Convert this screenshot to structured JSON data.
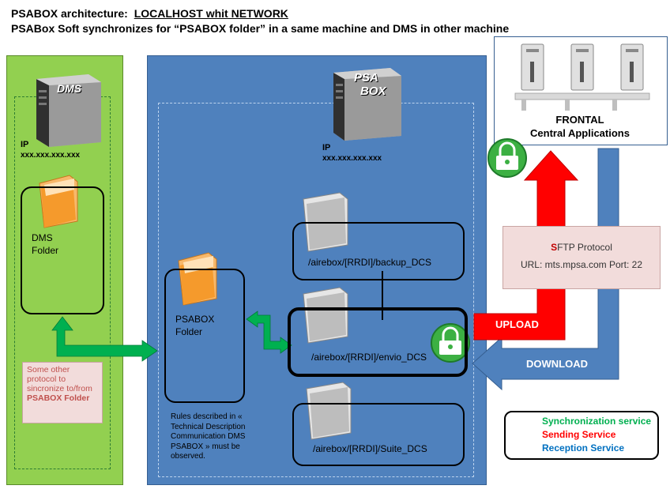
{
  "title": {
    "line1_prefix": "PSABOX architecture:",
    "line1_underlined": "LOCALHOST whit NETWORK",
    "line2": "PSABox Soft synchronizes for “PSABOX folder” in a same machine and DMS in other machine"
  },
  "dms": {
    "server_label": "DMS",
    "ip_label": "IP",
    "ip_value": "xxx.xxx.xxx.xxx",
    "folder_line1": "DMS",
    "folder_line2": "Folder",
    "protocol_note_prefix": "Some other protocol to sincronize to/from ",
    "protocol_note_bold": "PSABOX Folder"
  },
  "psabox": {
    "server_label_1": "PSA",
    "server_label_2": "BOX",
    "ip_label": "IP",
    "ip_value": "xxx.xxx.xxx.xxx",
    "folder_line1": "PSABOX",
    "folder_line2": "Folder",
    "rules_note": "Rules described in « Technical Description Communication DMS PSABOX » must be observed.",
    "paths": {
      "backup": "/airebox/[RRDI]/backup_DCS",
      "envio": "/airebox/[RRDI]/envio_DCS",
      "suite": "/airebox/[RRDI]/Suite_DCS"
    }
  },
  "frontal": {
    "line1": "FRONTAL",
    "line2": "Central Applications"
  },
  "sftp": {
    "protocol_first": "S",
    "protocol_rest": "FTP Protocol",
    "url": "URL: mts.mpsa.com  Port: 22"
  },
  "arrows": {
    "upload": "UPLOAD",
    "download": "DOWNLOAD"
  },
  "legend": {
    "items": [
      {
        "label": "Synchronization service",
        "color": "#00b050"
      },
      {
        "label": "Sending Service",
        "color": "#ff0000"
      },
      {
        "label": "Reception Service",
        "color": "#0070c0"
      }
    ]
  },
  "colors": {
    "dms_panel": "#92d050",
    "psabox_panel": "#4f81bd",
    "sync_arrow": "#00b050",
    "upload_arrow": "#ff0000",
    "download_arrow": "#4f81bd"
  }
}
